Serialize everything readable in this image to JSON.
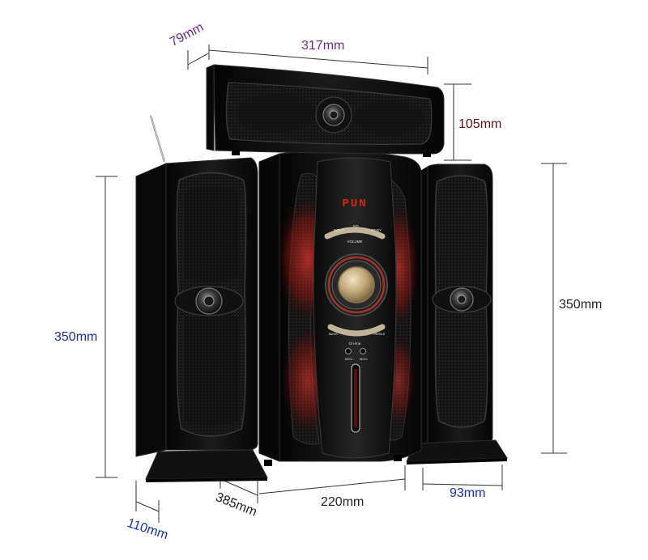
{
  "product": {
    "display_text": "PUN",
    "panel_labels": {
      "input": "INPUT",
      "eq": "EQ",
      "st_by": "ST-BY",
      "volume": "VOLUME",
      "bass": "BASS",
      "treble": "TREBLE",
      "on_line": "On-line",
      "mic1": "MIC1",
      "mic2": "MIC2"
    }
  },
  "dimensions": {
    "center_depth": "79mm",
    "center_width": "317mm",
    "center_height": "105mm",
    "sub_height": "350mm",
    "sat_height": "350mm",
    "sat_depth": "110mm",
    "sub_depth": "385mm",
    "sub_width": "220mm",
    "sat_width": "93mm"
  },
  "colors": {
    "cabinet": "#0b0b0b",
    "cabinet_edge": "#2a2a2a",
    "grille": "#151515",
    "red_glow": "#c0221c",
    "gold_knob": "#c9b48a",
    "line": "#3a3a3a"
  }
}
